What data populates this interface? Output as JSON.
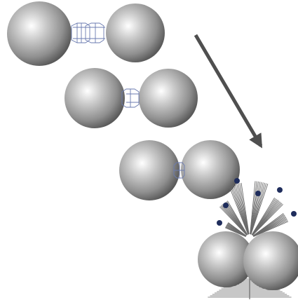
{
  "figure": {
    "stages": [
      {
        "stage": 1,
        "state": "separated",
        "linker": "bond"
      },
      {
        "stage": 2,
        "state": "approaching",
        "linker": "bond"
      },
      {
        "stage": 3,
        "state": "near-contact",
        "linker": "bond"
      },
      {
        "stage": 4,
        "state": "collision",
        "ejecta": "fragments"
      }
    ],
    "colors": {
      "sphere_light": "#ffffff",
      "sphere_mid": "#b4b4b4",
      "sphere_dark": "#5a5a5a",
      "linker": "#6b7bb0",
      "arrow": "#4f4f4f",
      "fragment": "#1f2d5c",
      "ray": "#6a6a6a"
    }
  }
}
